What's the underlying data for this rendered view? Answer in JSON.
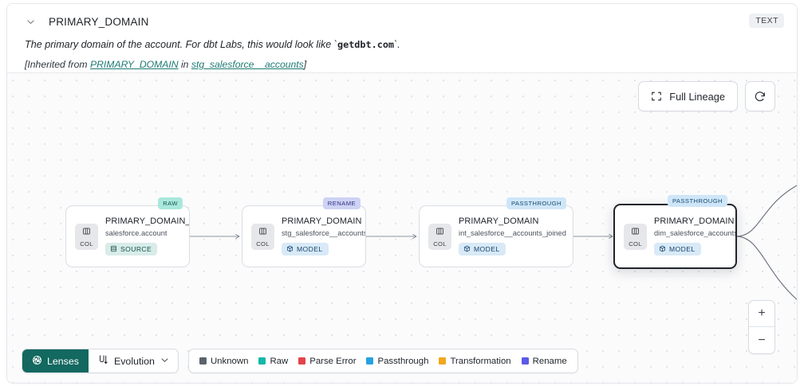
{
  "header": {
    "column_name": "PRIMARY_DOMAIN",
    "type_badge": "TEXT",
    "description_prefix": "The primary domain of the account. For dbt Labs, this would look like `",
    "description_code": "getdbt.com",
    "description_suffix": "`.",
    "inherited_prefix": "[Inherited from ",
    "inherited_link": "PRIMARY_DOMAIN",
    "inherited_middle": " in ",
    "inherited_source": "stg_salesforce__accounts",
    "inherited_suffix": "]"
  },
  "controls": {
    "full_lineage": "Full Lineage",
    "refresh_title": "Refresh",
    "zoom_in": "+",
    "zoom_out": "−"
  },
  "nodes": [
    {
      "tag": "RAW",
      "tag_class": "raw",
      "chip": "COL",
      "column": "PRIMARY_DOMAIN__C",
      "table": "salesforce.account",
      "kind": "SOURCE",
      "kind_class": "source",
      "selected": false
    },
    {
      "tag": "RENAME",
      "tag_class": "rename",
      "chip": "COL",
      "column": "PRIMARY_DOMAIN",
      "table": "stg_salesforce__accounts",
      "kind": "MODEL",
      "kind_class": "model",
      "selected": false
    },
    {
      "tag": "PASSTHROUGH",
      "tag_class": "passthrough",
      "chip": "COL",
      "column": "PRIMARY_DOMAIN",
      "table": "int_salesforce__accounts_joined",
      "kind": "MODEL",
      "kind_class": "model",
      "selected": false
    },
    {
      "tag": "PASSTHROUGH",
      "tag_class": "passthrough",
      "chip": "COL",
      "column": "PRIMARY_DOMAIN",
      "table": "dim_salesforce_accounts",
      "kind": "MODEL",
      "kind_class": "model",
      "selected": true
    }
  ],
  "bottom": {
    "lenses": "Lenses",
    "evolution": "Evolution",
    "legend": [
      {
        "label": "Unknown",
        "color": "#5b636e"
      },
      {
        "label": "Raw",
        "color": "#14b8a6"
      },
      {
        "label": "Parse Error",
        "color": "#e4434a"
      },
      {
        "label": "Passthrough",
        "color": "#25a3e0"
      },
      {
        "label": "Transformation",
        "color": "#f0a81c"
      },
      {
        "label": "Rename",
        "color": "#5a5ae6"
      }
    ]
  },
  "theme": {
    "lenses_bg": "#13685f",
    "link_color": "#1e7a74",
    "selected_border": "#20252b"
  }
}
